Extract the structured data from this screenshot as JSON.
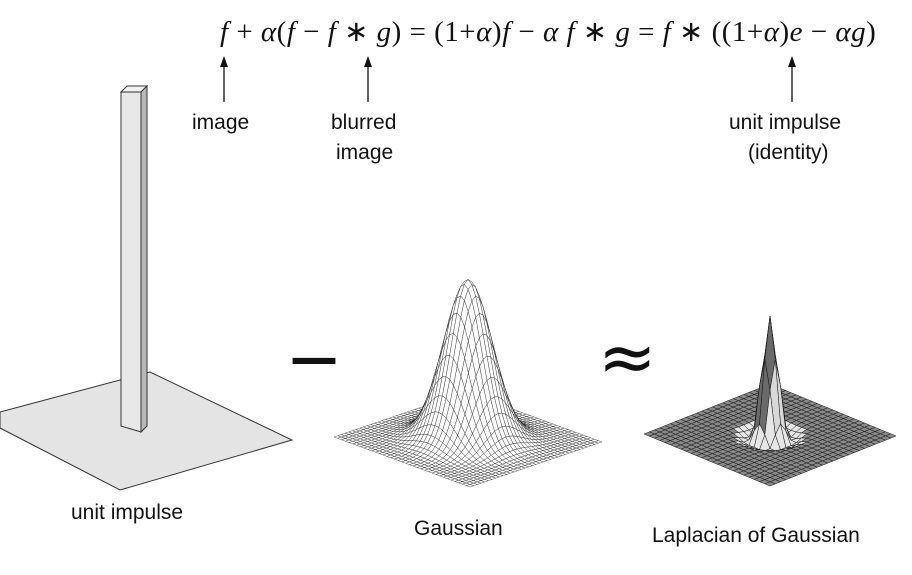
{
  "equation": {
    "segments": [
      {
        "t": "f",
        "i": true
      },
      {
        "t": " + "
      },
      {
        "t": "α",
        "i": true
      },
      {
        "t": "("
      },
      {
        "t": "f",
        "i": true
      },
      {
        "t": " − "
      },
      {
        "t": "f",
        "i": true
      },
      {
        "t": " ∗ "
      },
      {
        "t": "g",
        "i": true
      },
      {
        "t": ") = (1+"
      },
      {
        "t": "α",
        "i": true
      },
      {
        "t": ")"
      },
      {
        "t": "f",
        "i": true
      },
      {
        "t": " − "
      },
      {
        "t": "α",
        "i": true
      },
      {
        "t": " "
      },
      {
        "t": "f",
        "i": true
      },
      {
        "t": " ∗ "
      },
      {
        "t": "g",
        "i": true
      },
      {
        "t": " = "
      },
      {
        "t": "f",
        "i": true
      },
      {
        "t": " ∗ ((1+"
      },
      {
        "t": "α",
        "i": true
      },
      {
        "t": ")"
      },
      {
        "t": "e",
        "i": true
      },
      {
        "t": " − "
      },
      {
        "t": "αg",
        "i": true
      },
      {
        "t": ")"
      }
    ]
  },
  "annotations": {
    "image": "image",
    "blurred_line1": "blurred",
    "blurred_line2": "image",
    "impulse_line1": "unit impulse",
    "impulse_line2": "(identity)"
  },
  "operators": {
    "minus": "—",
    "approx": "≈"
  },
  "captions": {
    "unit_impulse": "unit impulse",
    "gaussian": "Gaussian",
    "log": "Laplacian of Gaussian"
  }
}
